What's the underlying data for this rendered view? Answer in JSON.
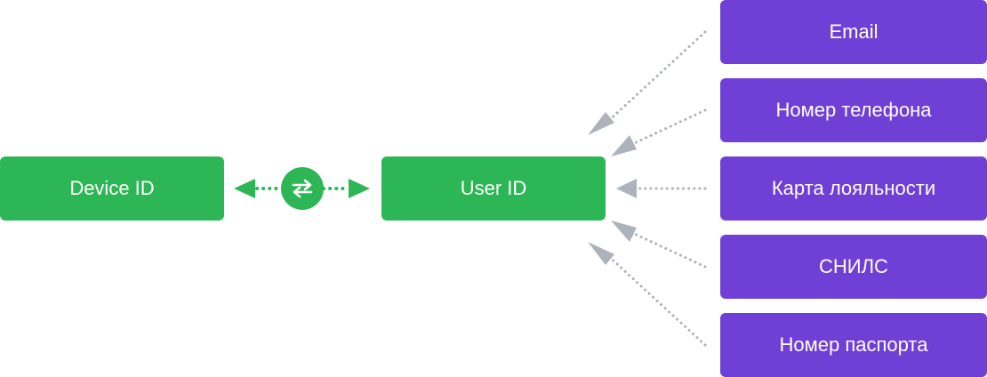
{
  "diagram": {
    "device_node": {
      "label": "Device ID"
    },
    "user_node": {
      "label": "User ID"
    },
    "sources": [
      {
        "label": "Email"
      },
      {
        "label": "Номер телефона"
      },
      {
        "label": "Карта лояльности"
      },
      {
        "label": "СНИЛС"
      },
      {
        "label": "Номер паспорта"
      }
    ],
    "swap_icon": "swap-arrows-icon",
    "colors": {
      "green": "#2db655",
      "purple": "#6f3fd6",
      "arrow_gray": "#adb3bb",
      "text": "#ffffff"
    }
  }
}
